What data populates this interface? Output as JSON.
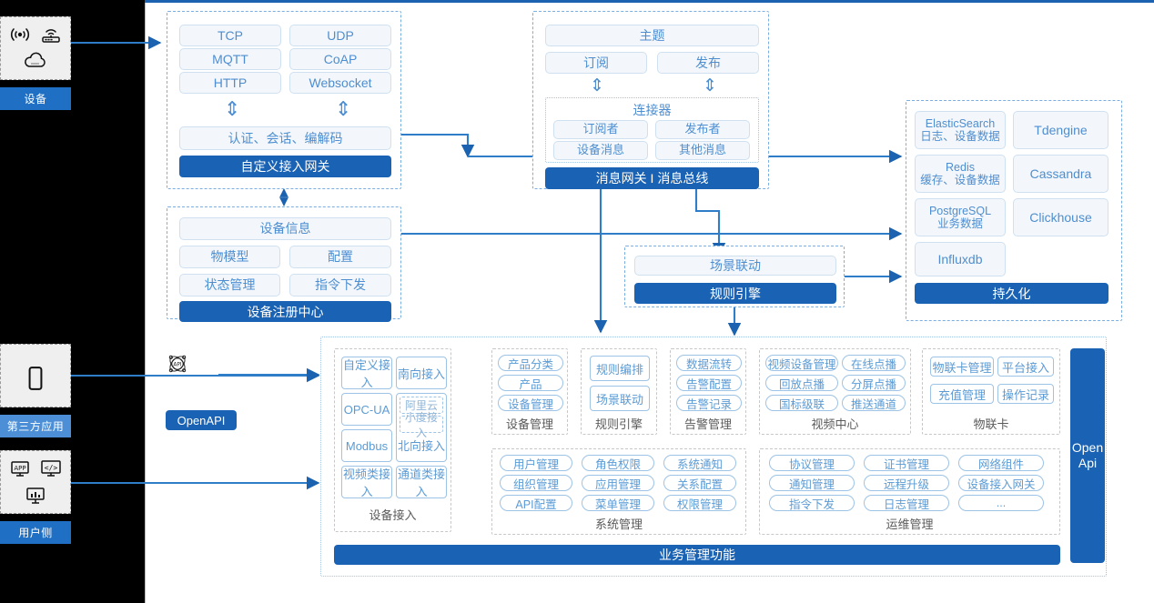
{
  "theme": {
    "accent": "#1a62b4",
    "cell_text": "#4e8ed0",
    "cell_bg": "#f3f7fb",
    "pill_border": "#9dc3e6",
    "rail_bg": "#000000"
  },
  "actors": [
    {
      "name": "device",
      "label": "设备",
      "icons": [
        "wifi-signal-icon",
        "router-icon",
        "cloud-icon"
      ]
    },
    {
      "name": "third-party-app",
      "label": "第三方应用",
      "icons": [
        "mobile-phone-icon"
      ]
    },
    {
      "name": "user-side",
      "label": "用户侧",
      "icons": [
        "app-store-icon",
        "code-window-icon",
        "dashboard-chart-icon"
      ]
    }
  ],
  "gateway": {
    "protocols": [
      "TCP",
      "UDP",
      "MQTT",
      "CoAP",
      "HTTP",
      "Websocket"
    ],
    "middle": "认证、会话、编解码",
    "title": "自定义接入网关"
  },
  "message_bus": {
    "topic": "主题",
    "subscribe": "订阅",
    "publish": "发布",
    "connector_title": "连接器",
    "connector_items": [
      "订阅者",
      "发布者",
      "设备消息",
      "其他消息"
    ],
    "title": "消息网关 I 消息总线"
  },
  "registry": {
    "info": "设备信息",
    "items": [
      "物模型",
      "配置",
      "状态管理",
      "指令下发"
    ],
    "title": "设备注册中心"
  },
  "rule_engine": {
    "scene": "场景联动",
    "title": "规则引擎"
  },
  "persistence": {
    "left": [
      {
        "name": "ElasticSearch",
        "desc": "日志、设备数据"
      },
      {
        "name": "Redis",
        "desc": "缓存、设备数据"
      },
      {
        "name": "PostgreSQL",
        "desc": "业务数据"
      },
      {
        "name": "Influxdb",
        "desc": ""
      }
    ],
    "right": [
      "Tdengine",
      "Cassandra",
      "Clickhouse"
    ],
    "title": "持久化"
  },
  "openapi": {
    "label": "OpenAPI",
    "icon": "api-atom-icon"
  },
  "open_api_bar": {
    "line1": "Open",
    "line2": "Api"
  },
  "business": {
    "title": "业务管理功能",
    "groups": [
      {
        "name": "device-access",
        "label": "设备接入",
        "rows": [
          [
            "自定义接入",
            "南向接入"
          ],
          [
            "OPC-UA",
            "阿里云"
          ],
          [
            "",
            "小度接入"
          ],
          [
            "Modbus",
            "北向接入"
          ],
          [
            "视频类接入",
            "通道类接入"
          ]
        ],
        "left_items": [
          "自定义接入",
          "OPC-UA",
          "Modbus",
          "视频类接入"
        ],
        "right_top": "南向接入",
        "right_dashed": [
          "阿里云",
          "小度接入"
        ],
        "right_mid": "北向接入",
        "right_bottom": "通道类接入"
      },
      {
        "name": "device-management",
        "label": "设备管理",
        "items": [
          "产品分类",
          "产品",
          "设备管理"
        ]
      },
      {
        "name": "rule-engine",
        "label": "规则引擎",
        "items": [
          "规则编排",
          "场景联动"
        ]
      },
      {
        "name": "alarm-management",
        "label": "告警管理",
        "items": [
          "数据流转",
          "告警配置",
          "告警记录"
        ]
      },
      {
        "name": "video-center",
        "label": "视频中心",
        "items": [
          "视频设备管理",
          "在线点播",
          "回放点播",
          "分屏点播",
          "国标级联",
          "推送通道"
        ]
      },
      {
        "name": "iot-card",
        "label": "物联卡",
        "items": [
          "物联卡管理",
          "平台接入",
          "充值管理",
          "操作记录"
        ]
      },
      {
        "name": "system-management",
        "label": "系统管理",
        "items": [
          "用户管理",
          "角色权限",
          "系统通知",
          "组织管理",
          "应用管理",
          "关系配置",
          "API配置",
          "菜单管理",
          "权限管理"
        ]
      },
      {
        "name": "ops-management",
        "label": "运维管理",
        "items": [
          "协议管理",
          "证书管理",
          "网络组件",
          "通知管理",
          "远程升级",
          "设备接入网关",
          "指令下发",
          "日志管理",
          "..."
        ]
      }
    ]
  }
}
